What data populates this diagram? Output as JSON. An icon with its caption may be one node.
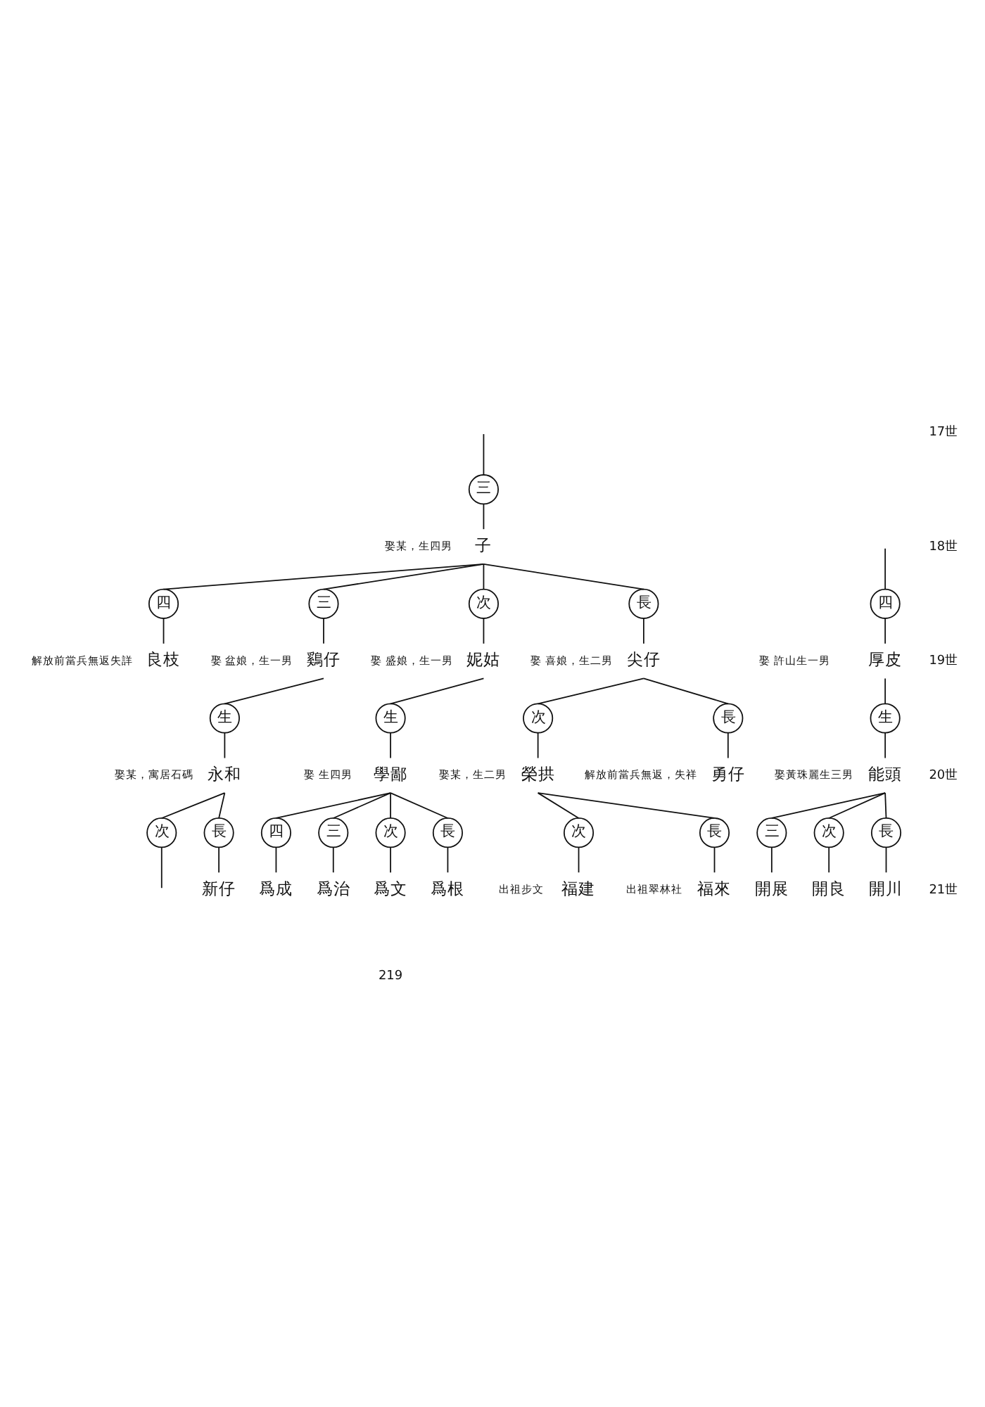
{
  "diagram": {
    "nodes": [
      {
        "text": [
          "三"
        ]
      },
      {
        "text": [
          "子"
        ],
        "beside": [
          "娶某，生四男"
        ]
      },
      {
        "text": [
          "四"
        ]
      },
      {
        "text": [
          "良枝"
        ],
        "beside": [
          "解放前當兵無返失詳"
        ]
      },
      {
        "text": [
          "三"
        ]
      },
      {
        "text": [
          "鷄仔"
        ],
        "beside": [
          "娶 盆娘，生一男"
        ]
      },
      {
        "text": [
          "次"
        ]
      },
      {
        "text": [
          "妮姑"
        ],
        "beside": [
          "娶 盛娘，生一男"
        ]
      },
      {
        "text": [
          "長"
        ]
      },
      {
        "text": [
          "尖仔"
        ],
        "beside": [
          "娶 喜娘，生二男"
        ]
      },
      {
        "text": [
          "四"
        ]
      },
      {
        "text": [
          "厚皮"
        ],
        "beside": [
          "娶 許山生一男"
        ]
      },
      {
        "text": [
          "生"
        ]
      },
      {
        "text": [
          "永和"
        ],
        "beside": [
          "娶某，寓居石碼"
        ]
      },
      {
        "text": [
          "生"
        ]
      },
      {
        "text": [
          "學鄙"
        ],
        "beside": [
          "娶 生四男"
        ]
      },
      {
        "text": [
          "次"
        ]
      },
      {
        "text": [
          "榮拱"
        ],
        "beside": [
          "娶某，生二男"
        ]
      },
      {
        "text": [
          "長"
        ]
      },
      {
        "text": [
          "勇仔"
        ],
        "beside": [
          "解放前當兵無返，失祥"
        ]
      },
      {
        "text": [
          "生"
        ]
      },
      {
        "text": [
          "能頭"
        ],
        "beside": [
          "娶黃珠麗生三男"
        ]
      },
      {
        "text": [
          "次"
        ]
      },
      {
        "text": [
          "長"
        ]
      },
      {
        "text": [
          "新仔"
        ]
      },
      {
        "text": [
          "四"
        ]
      },
      {
        "text": [
          "爲成"
        ]
      },
      {
        "text": [
          "三"
        ]
      },
      {
        "text": [
          "爲治"
        ]
      },
      {
        "text": [
          "次"
        ]
      },
      {
        "text": [
          "爲文"
        ]
      },
      {
        "text": [
          "長"
        ]
      },
      {
        "text": [
          "爲根"
        ]
      },
      {
        "text": [
          "次"
        ]
      },
      {
        "text": [
          "福建"
        ],
        "beside": [
          "出祖步文"
        ]
      },
      {
        "text": [
          "長"
        ]
      },
      {
        "text": [
          "福來"
        ],
        "beside": [
          "出祖翠林社"
        ]
      },
      {
        "text": [
          "三"
        ]
      },
      {
        "text": [
          "開展"
        ]
      },
      {
        "text": [
          "次"
        ]
      },
      {
        "text": [
          "開良"
        ]
      },
      {
        "text": [
          "長"
        ]
      },
      {
        "text": [
          "開川"
        ]
      }
    ],
    "edges": [
      {
        "from": null,
        "to": 0,
        "arrow": "none"
      },
      {
        "from": 0,
        "to": 1,
        "arrow": "none"
      },
      {
        "from": 1,
        "to": 2,
        "arrow": "none"
      },
      {
        "from": 1,
        "to": 4,
        "arrow": "none"
      },
      {
        "from": 1,
        "to": 6,
        "arrow": "none"
      },
      {
        "from": 1,
        "to": 8,
        "arrow": "none"
      },
      {
        "from": 2,
        "to": 3,
        "arrow": "none"
      },
      {
        "from": 4,
        "to": 5,
        "arrow": "none"
      },
      {
        "from": 6,
        "to": 7,
        "arrow": "none"
      },
      {
        "from": 8,
        "to": 9,
        "arrow": "none"
      },
      {
        "from": null,
        "to": 10,
        "arrow": "none"
      },
      {
        "from": 10,
        "to": 11,
        "arrow": "none"
      },
      {
        "from": 5,
        "to": 12,
        "arrow": "none"
      },
      {
        "from": 12,
        "to": 13,
        "arrow": "none"
      },
      {
        "from": 7,
        "to": 14,
        "arrow": "none"
      },
      {
        "from": 14,
        "to": 15,
        "arrow": "none"
      },
      {
        "from": 9,
        "to": 16,
        "arrow": "none"
      },
      {
        "from": 9,
        "to": 18,
        "arrow": "none"
      },
      {
        "from": 16,
        "to": 17,
        "arrow": "none"
      },
      {
        "from": 18,
        "to": 19,
        "arrow": "none"
      },
      {
        "from": 11,
        "to": 20,
        "arrow": "none"
      },
      {
        "from": 20,
        "to": 21,
        "arrow": "none"
      },
      {
        "from": 13,
        "to": 22,
        "arrow": "none"
      },
      {
        "from": 13,
        "to": 23,
        "arrow": "none"
      },
      {
        "from": 22,
        "to": null,
        "arrow": "none"
      },
      {
        "from": 23,
        "to": 24,
        "arrow": "none"
      },
      {
        "from": 15,
        "to": 25,
        "arrow": "none"
      },
      {
        "from": 15,
        "to": 27,
        "arrow": "none"
      },
      {
        "from": 15,
        "to": 29,
        "arrow": "none"
      },
      {
        "from": 15,
        "to": 31,
        "arrow": "none"
      },
      {
        "from": 25,
        "to": 26,
        "arrow": "none"
      },
      {
        "from": 27,
        "to": 28,
        "arrow": "none"
      },
      {
        "from": 29,
        "to": 30,
        "arrow": "none"
      },
      {
        "from": 31,
        "to": 32,
        "arrow": "none"
      },
      {
        "from": 17,
        "to": 33,
        "arrow": "none"
      },
      {
        "from": 17,
        "to": 35,
        "arrow": "none"
      },
      {
        "from": 33,
        "to": 34,
        "arrow": "none"
      },
      {
        "from": 35,
        "to": 36,
        "arrow": "none"
      },
      {
        "from": 21,
        "to": 37,
        "arrow": "none"
      },
      {
        "from": 21,
        "to": 39,
        "arrow": "none"
      },
      {
        "from": 21,
        "to": 41,
        "arrow": "none"
      },
      {
        "from": 37,
        "to": 38,
        "arrow": "none"
      },
      {
        "from": 39,
        "to": 40,
        "arrow": "none"
      },
      {
        "from": 41,
        "to": 42,
        "arrow": "none"
      }
    ],
    "labels": [
      "17世",
      "18世",
      "19世",
      "20世",
      "21世",
      "219"
    ]
  }
}
